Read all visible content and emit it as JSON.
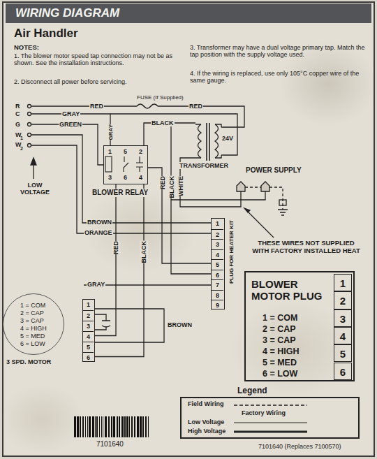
{
  "diagram": {
    "title": "WIRING DIAGRAM",
    "nodes": [
      {
        "text": [
          "1",
          "5",
          "2",
          "3",
          "6",
          "4",
          "BLOWER RELAY"
        ]
      },
      {
        "text": [
          "1",
          "2",
          "3",
          "4",
          "5",
          "6",
          "7",
          "8",
          "9",
          "PLUG FOR HEATER KIT"
        ]
      },
      {
        "text": [
          "1 = COM",
          "2 = CAP",
          "3 = CAP",
          "4 = HIGH",
          "5 = MED",
          "6 = LOW",
          "3 SPD. MOTOR"
        ]
      },
      {
        "text": [
          "1",
          "2",
          "3",
          "4",
          "5",
          "6"
        ]
      },
      {
        "text": [
          "BLOWER MOTOR PLUG",
          "1 = COM",
          "2 = CAP",
          "3 = CAP",
          "4 = HIGH",
          "5 = MED",
          "6 = LOW",
          "1",
          "2",
          "3",
          "4",
          "5",
          "6"
        ]
      }
    ],
    "edges": [
      {
        "from": 0,
        "to": 3,
        "label": "RED",
        "arrow": "none"
      },
      {
        "from": 0,
        "to": 3,
        "label": "BLACK",
        "arrow": "none"
      }
    ],
    "labels": [
      "Air Handler",
      "NOTES:",
      "1. The blower motor speed tap connection may not be as shown. See the installation instructions.",
      "2. Disconnect all power before servicing.",
      "3. Transformer may have a dual voltage primary tap. Match the tap position with the supply voltage used.",
      "4. If the wiring is replaced, use only 105°C copper wire of the same gauge.",
      "R",
      "C",
      "G",
      "W",
      "1",
      "W",
      "2",
      "LOW VOLTAGE",
      "RED",
      "FUSE (If Supplied)",
      "RED",
      "GRAY",
      "GREEN",
      "GRAY",
      "BLACK",
      "24V",
      "TRANSFORMER",
      "POWER SUPPLY",
      "RED",
      "BLACK",
      "WHITE",
      "BROWN",
      "ORANGE",
      "THESE WIRES NOT SUPPLIED WITH FACTORY INSTALLED HEAT",
      "GRAY",
      "BROWN",
      "Legend",
      "7101640",
      "7101640 (Replaces 7100570)"
    ],
    "legend": [
      {
        "text": "Field Wiring"
      },
      {
        "text": "Factory Wiring"
      },
      {
        "text": "Low Voltage"
      },
      {
        "text": "High Voltage"
      }
    ]
  }
}
